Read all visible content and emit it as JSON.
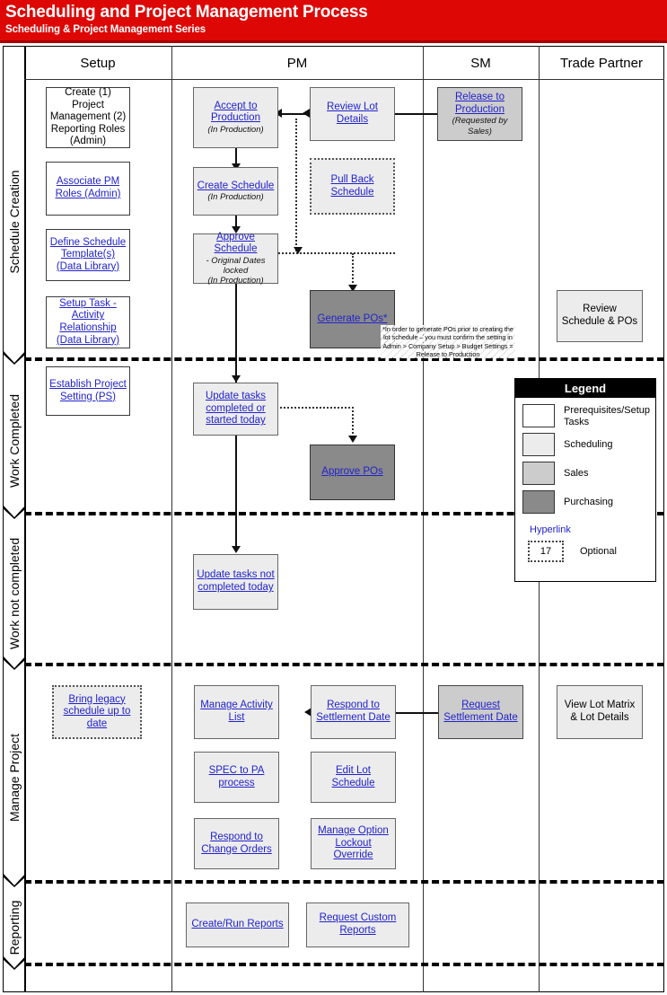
{
  "header": {
    "title": "Scheduling and Project Management Process",
    "subtitle": "Scheduling & Project Management Series",
    "bar_color": "#DD0806"
  },
  "columns": [
    {
      "name": "setup",
      "label": "Setup"
    },
    {
      "name": "pm",
      "label": "PM"
    },
    {
      "name": "sm",
      "label": "SM"
    },
    {
      "name": "trade-partner",
      "label": "Trade Partner"
    }
  ],
  "phases": [
    {
      "name": "schedule-creation",
      "label": "Schedule Creation"
    },
    {
      "name": "work-completed",
      "label": "Work Completed"
    },
    {
      "name": "work-not-completed",
      "label": "Work not completed"
    },
    {
      "name": "manage-project",
      "label": "Manage Project"
    },
    {
      "name": "reporting",
      "label": "Reporting"
    }
  ],
  "boxes": {
    "create_pm_roles": {
      "text": "Create (1) Project Management (2) Reporting Roles (Admin)",
      "style": "prereq",
      "link": false
    },
    "associate_pm_roles": {
      "text": "Associate PM Roles (Admin)",
      "style": "prereq",
      "link": true
    },
    "define_schedule_template": {
      "text": "Define Schedule Template(s) (Data Library)",
      "style": "prereq",
      "link": true
    },
    "setup_task_activity": {
      "text": "Setup Task - Activity Relationship (Data Library)",
      "style": "prereq",
      "link": true
    },
    "establish_project_setting": {
      "text": "Establish Project Setting (PS)",
      "style": "prereq",
      "link": true
    },
    "bring_legacy_schedule": {
      "text": "Bring legacy schedule up to date",
      "style": "sched",
      "link": true,
      "optional": true
    },
    "accept_to_production": {
      "text": "Accept to Production",
      "note": "(In Production)",
      "style": "sched",
      "link": true
    },
    "create_schedule": {
      "text": "Create Schedule",
      "note": "(In Production)",
      "style": "sched",
      "link": true
    },
    "approve_schedule": {
      "text": "Approve Schedule",
      "note": "- Original Dates locked",
      "note2": "(In Production)",
      "style": "sched",
      "link": true
    },
    "update_tasks_completed": {
      "text": "Update tasks completed or started today",
      "style": "sched",
      "link": true
    },
    "update_tasks_not_completed": {
      "text": "Update tasks not completed today",
      "style": "sched",
      "link": true
    },
    "manage_activity_list": {
      "text": "Manage Activity List",
      "style": "sched",
      "link": true
    },
    "spec_to_pa_process": {
      "text": "SPEC to PA process",
      "style": "sched",
      "link": true
    },
    "respond_to_change_orders": {
      "text": "Respond to Change Orders",
      "style": "sched",
      "link": true
    },
    "create_run_reports": {
      "text": "Create/Run Reports",
      "style": "sched",
      "link": true
    },
    "review_lot_details": {
      "text": "Review Lot Details",
      "style": "sched",
      "link": true
    },
    "pull_back_schedule": {
      "text": "Pull Back Schedule",
      "style": "sched",
      "link": true,
      "optional": true
    },
    "generate_pos": {
      "text": "Generate POs*",
      "style": "purch",
      "link": true
    },
    "approve_pos": {
      "text": "Approve POs",
      "style": "purch",
      "link": true
    },
    "respond_to_settlement_date": {
      "text": "Respond to Settlement Date",
      "style": "sched",
      "link": true
    },
    "edit_lot_schedule": {
      "text": "Edit Lot Schedule",
      "style": "sched",
      "link": true
    },
    "manage_option_lockout": {
      "text": "Manage Option Lockout Override",
      "style": "sched",
      "link": true
    },
    "request_custom_reports": {
      "text": "Request Custom Reports",
      "style": "sched",
      "link": true
    },
    "release_to_production": {
      "text": "Release to Production",
      "note": "(Requested by Sales)",
      "style": "sales",
      "link": true
    },
    "request_settlement_date": {
      "text": "Request Settlement Date",
      "style": "sales",
      "link": true
    },
    "review_schedule_pos": {
      "text": "Review Schedule & POs",
      "style": "sched",
      "link": false
    },
    "view_lot_matrix": {
      "text": "View Lot Matrix & Lot Details",
      "style": "sched",
      "link": false
    }
  },
  "footnote": {
    "text": "*In order to generate POs prior to creating the lot schedule – you must confirm the setting in Admin > Company Setup > Budget Settings = Release to Production"
  },
  "legend": {
    "title": "Legend",
    "items": [
      {
        "name": "prerequisites",
        "label": "Prerequisites/Setup Tasks",
        "color": "#FFFFFF"
      },
      {
        "name": "scheduling",
        "label": "Scheduling",
        "color": "#ECECEC"
      },
      {
        "name": "sales",
        "label": "Sales",
        "color": "#CCCCCC"
      },
      {
        "name": "purchasing",
        "label": "Purchasing",
        "color": "#8A8A8A"
      }
    ],
    "hyperlink_label": "Hyperlink",
    "hyperlink_color": "#2222CC",
    "optional_number": "17",
    "optional_label": "Optional"
  }
}
